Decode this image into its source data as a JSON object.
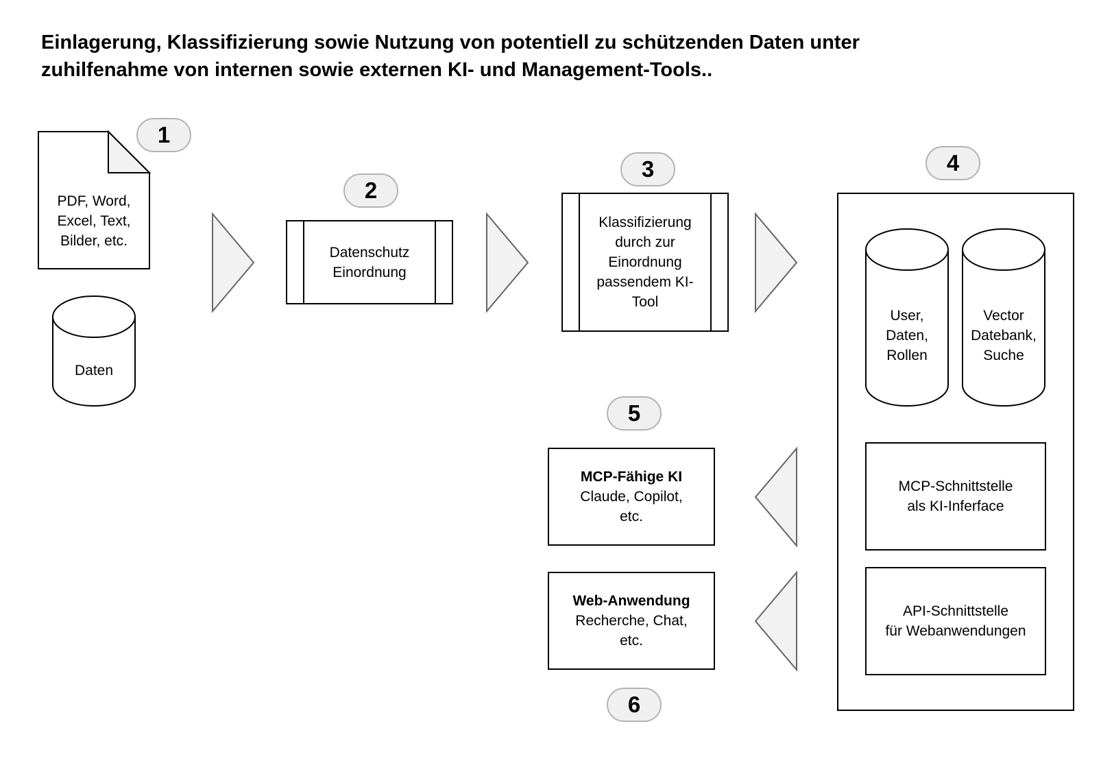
{
  "title": {
    "line1": "Einlagerung, Klassifizierung sowie Nutzung von potentiell zu schützenden Daten unter",
    "line2": "zuhilfenahme von internen sowie externen KI- und Management-Tools.."
  },
  "badges": {
    "b1": "1",
    "b2": "2",
    "b3": "3",
    "b4": "4",
    "b5": "5",
    "b6": "6"
  },
  "nodes": {
    "documents": [
      "PDF, Word,",
      "Excel, Text,",
      "Bilder, etc."
    ],
    "data_store": "Daten",
    "privacy_classification": [
      "Datenschutz",
      "Einordnung"
    ],
    "ai_classification": [
      "Klassifizierung",
      "durch zur",
      "Einordnung",
      "passendem KI-",
      "Tool"
    ],
    "user_db": [
      "User,",
      "Daten,",
      "Rollen"
    ],
    "vector_db": [
      "Vector",
      "Datebank,",
      "Suche"
    ],
    "mcp_interface": [
      "MCP-Schnittstelle",
      "als KI-Inferface"
    ],
    "api_interface": [
      "API-Schnittstelle",
      "für Webanwendungen"
    ],
    "mcp_ai": {
      "heading": "MCP-Fähige KI",
      "lines": [
        "Claude, Copilot,",
        "etc."
      ]
    },
    "web_app": {
      "heading": "Web-Anwendung",
      "lines": [
        "Recherche, Chat,",
        "etc."
      ]
    }
  },
  "colors": {
    "stroke": "#000000",
    "arrow_fill": "#f2f2f2",
    "arrow_stroke": "#666666",
    "badge_fill": "#f0f0f0",
    "badge_stroke": "#b3b3b3"
  }
}
